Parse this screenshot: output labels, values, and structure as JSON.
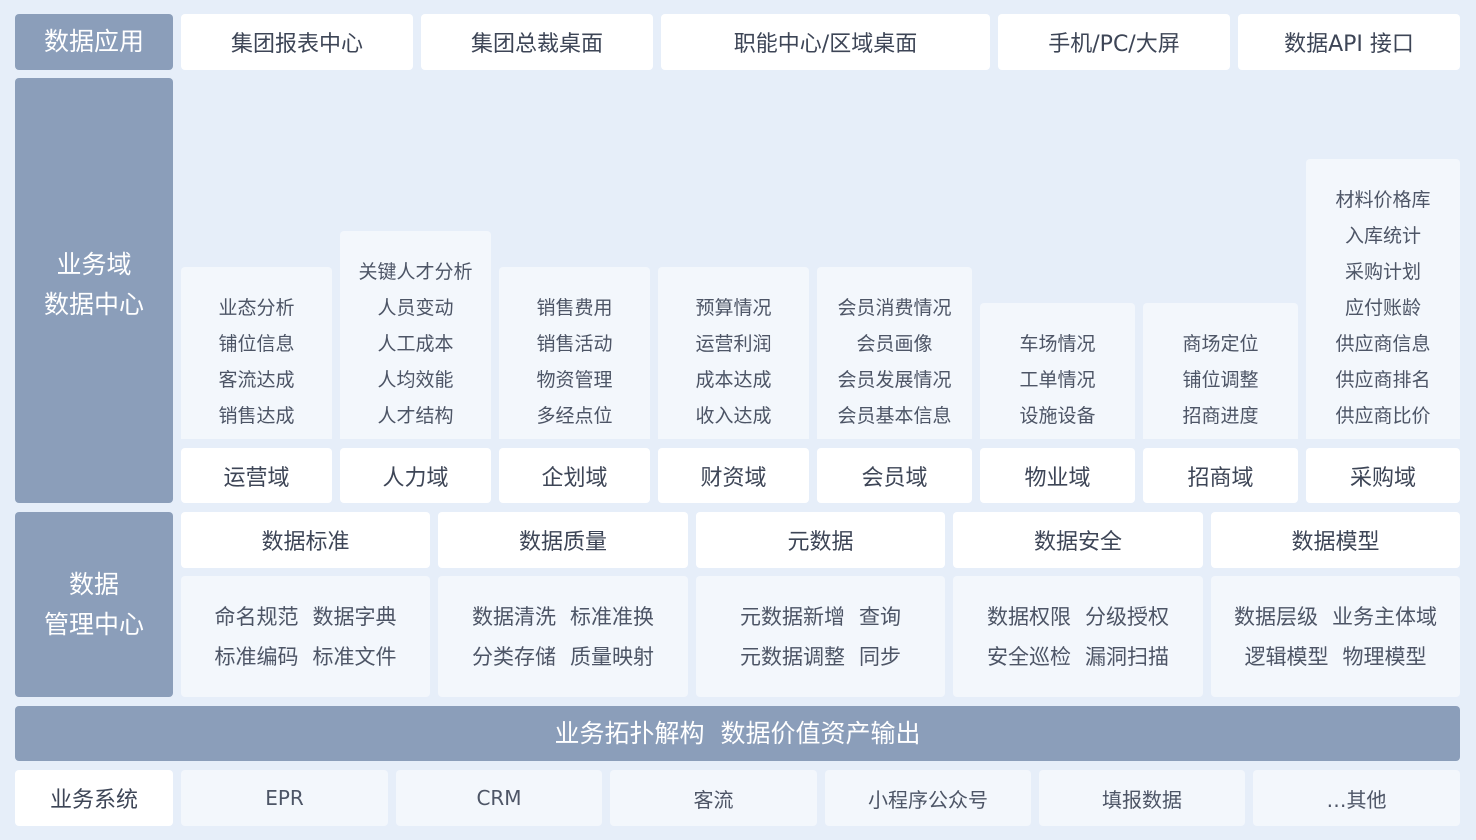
{
  "app_layer": {
    "title": "数据应用",
    "items": [
      "集团报表中心",
      "集团总裁桌面",
      "职能中心/区域桌面",
      "手机/PC/大屏",
      "数据API 接口"
    ]
  },
  "business_domain": {
    "title_line1": "业务域",
    "title_line2": "数据中心",
    "domains": [
      {
        "name": "运营域",
        "items": [
          "业态分析",
          "铺位信息",
          "客流达成",
          "销售达成"
        ]
      },
      {
        "name": "人力域",
        "items": [
          "关键人才分析",
          "人员变动",
          "人工成本",
          "人均效能",
          "人才结构"
        ]
      },
      {
        "name": "企划域",
        "items": [
          "销售费用",
          "销售活动",
          "物资管理",
          "多经点位"
        ]
      },
      {
        "name": "财资域",
        "items": [
          "预算情况",
          "运营利润",
          "成本达成",
          "收入达成"
        ]
      },
      {
        "name": "会员域",
        "items": [
          "会员消费情况",
          "会员画像",
          "会员发展情况",
          "会员基本信息"
        ]
      },
      {
        "name": "物业域",
        "items": [
          "车场情况",
          "工单情况",
          "设施设备"
        ]
      },
      {
        "name": "招商域",
        "items": [
          "商场定位",
          "铺位调整",
          "招商进度"
        ]
      },
      {
        "name": "采购域",
        "items": [
          "材料价格库",
          "入库统计",
          "采购计划",
          "应付账龄",
          "供应商信息",
          "供应商排名",
          "供应商比价"
        ]
      }
    ]
  },
  "management": {
    "title_line1": "数据",
    "title_line2": "管理中心",
    "groups": [
      {
        "name": "数据标准",
        "rows": [
          [
            "命名规范",
            "数据字典"
          ],
          [
            "标准编码",
            "标准文件"
          ]
        ]
      },
      {
        "name": "数据质量",
        "rows": [
          [
            "数据清洗",
            "标准准换"
          ],
          [
            "分类存储",
            "质量映射"
          ]
        ]
      },
      {
        "name": "元数据",
        "rows": [
          [
            "元数据新增",
            "查询"
          ],
          [
            "元数据调整",
            "同步"
          ]
        ]
      },
      {
        "name": "数据安全",
        "rows": [
          [
            "数据权限",
            "分级授权"
          ],
          [
            "安全巡检",
            "漏洞扫描"
          ]
        ]
      },
      {
        "name": "数据模型",
        "rows": [
          [
            "数据层级",
            "业务主体域"
          ],
          [
            "逻辑模型",
            "物理模型"
          ]
        ]
      }
    ]
  },
  "banner": {
    "text": "业务拓扑解构  数据价值资产输出"
  },
  "systems": {
    "title": "业务系统",
    "items": [
      "EPR",
      "CRM",
      "客流",
      "小程序公众号",
      "填报数据",
      "…其他"
    ]
  },
  "colors": {
    "background": "#e6eef9",
    "header": "#8b9eba",
    "cell": "#ffffff",
    "sub": "#f3f7fc",
    "text": "#3d4556"
  }
}
